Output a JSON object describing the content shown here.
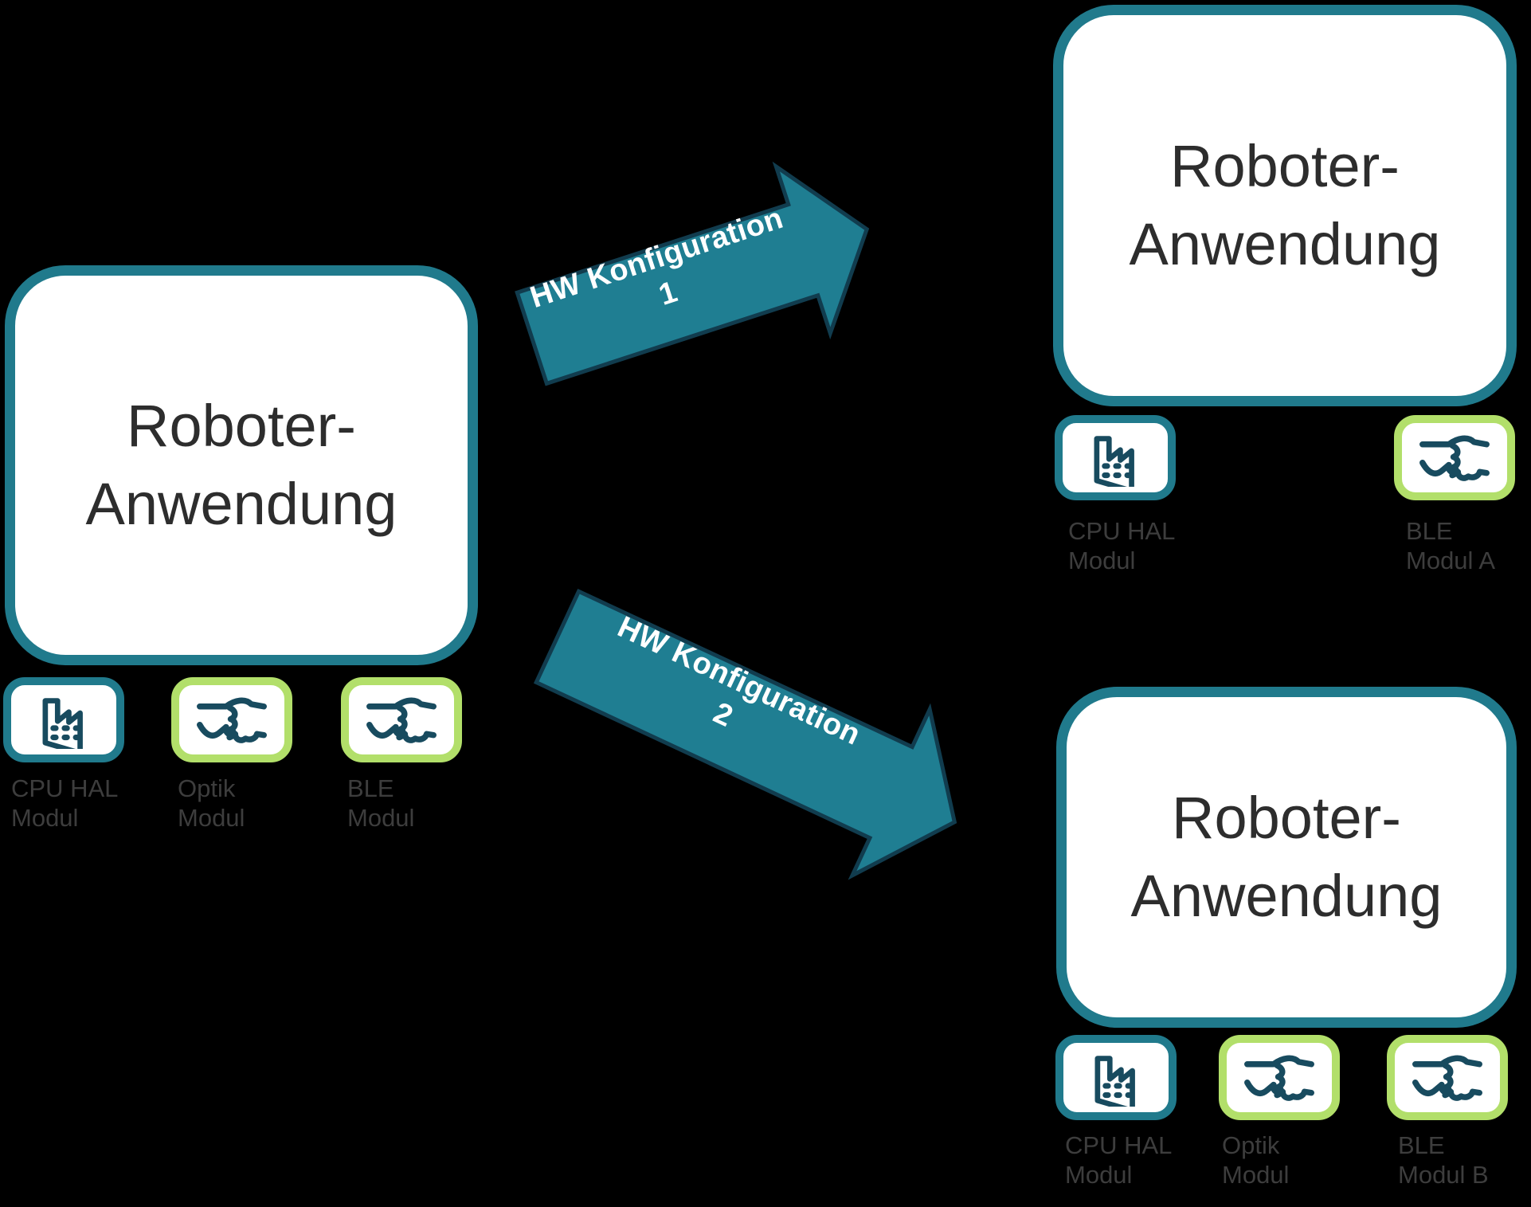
{
  "background_color": "#000000",
  "colors": {
    "box_border_teal": "#207a8c",
    "module_border_green": "#b2df6a",
    "arrow_fill": "#1f7e92",
    "arrow_outline": "#113c4e",
    "icon_stroke": "#184b5f",
    "label_gray": "#3d3d3d",
    "title_color": "#2d2d2d",
    "box_fill": "#ffffff",
    "arrow_text_color": "#ffffff"
  },
  "boxes": {
    "left": {
      "line1": "Roboter-",
      "line2": "Anwendung"
    },
    "top_right": {
      "line1": "Roboter-",
      "line2": "Anwendung"
    },
    "bottom_right": {
      "line1": "Roboter-",
      "line2": "Anwendung"
    }
  },
  "arrows": {
    "config1": {
      "line1": "HW Konfiguration",
      "line2": "1"
    },
    "config2": {
      "line1": "HW Konfiguration",
      "line2": "2"
    }
  },
  "modules": {
    "left": [
      {
        "line1": "CPU HAL",
        "line2": "Modul",
        "icon": "factory",
        "accent": "teal"
      },
      {
        "line1": "Optik",
        "line2": "Modul",
        "icon": "handshake",
        "accent": "green"
      },
      {
        "line1": "BLE",
        "line2": "Modul",
        "icon": "handshake",
        "accent": "green"
      }
    ],
    "top_right": [
      {
        "line1": "CPU HAL",
        "line2": "Modul",
        "icon": "factory",
        "accent": "teal"
      },
      {
        "line1": "BLE",
        "line2": "Modul A",
        "icon": "handshake",
        "accent": "green"
      }
    ],
    "bottom_right": [
      {
        "line1": "CPU HAL",
        "line2": "Modul",
        "icon": "factory",
        "accent": "teal"
      },
      {
        "line1": "Optik",
        "line2": "Modul",
        "icon": "handshake",
        "accent": "green"
      },
      {
        "line1": "BLE",
        "line2": "Modul B",
        "icon": "handshake",
        "accent": "green"
      }
    ]
  }
}
